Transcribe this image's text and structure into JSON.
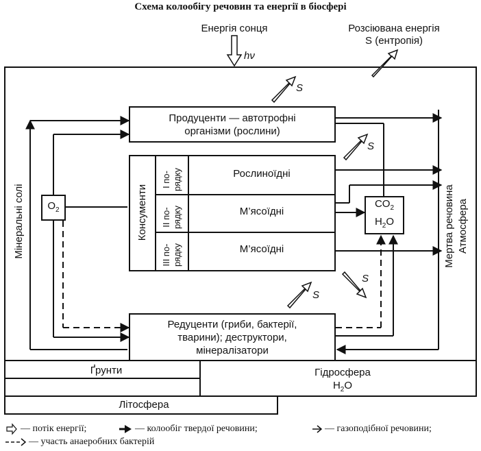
{
  "title": "Схема колообігу речовин та енергії в біосфері",
  "sun_energy": "Енергія сонця",
  "hv": "hν",
  "dissipated": {
    "line1": "Розсіювана енергія",
    "line2": "S (ентропія)"
  },
  "entropy_symbol": "S",
  "producers": {
    "line1": "Продуценти — автотрофні",
    "line2": "організми (рослини)"
  },
  "consumers": {
    "label": "Консументи",
    "orders": [
      {
        "line1": "I по-",
        "line2": "рядку",
        "name": "Рослиноїдні"
      },
      {
        "line1": "II по-",
        "line2": "рядку",
        "name": "М’ясоїдні"
      },
      {
        "line1": "III по-",
        "line2": "рядку",
        "name": "М’ясоїдні"
      }
    ]
  },
  "o2": {
    "main": "O",
    "sub": "2"
  },
  "co2_h2o": {
    "c": "CO",
    "c_sub": "2",
    "h": "H",
    "h_sub": "2",
    "o": "O"
  },
  "reducers": {
    "line1": "Редуценти (гриби, бактерії,",
    "line2": "тварини); деструктори,",
    "line3": "мінералізатори"
  },
  "mineral_salts": "Мінеральні солі",
  "dead_matter": "Мертва речовина",
  "atmosphere": "Атмосфера",
  "soils": "Ґрунти",
  "hydrosphere": {
    "line1": "Гідросфера",
    "h": "H",
    "sub": "2",
    "o": "O"
  },
  "lithosphere": "Літосфера",
  "legend": {
    "energy": "— потік енергії;",
    "solid": "— колообіг твердої речовини;",
    "gas": "— газоподібної речовини;",
    "anaerobic": "— участь анаеробних бактерій"
  }
}
